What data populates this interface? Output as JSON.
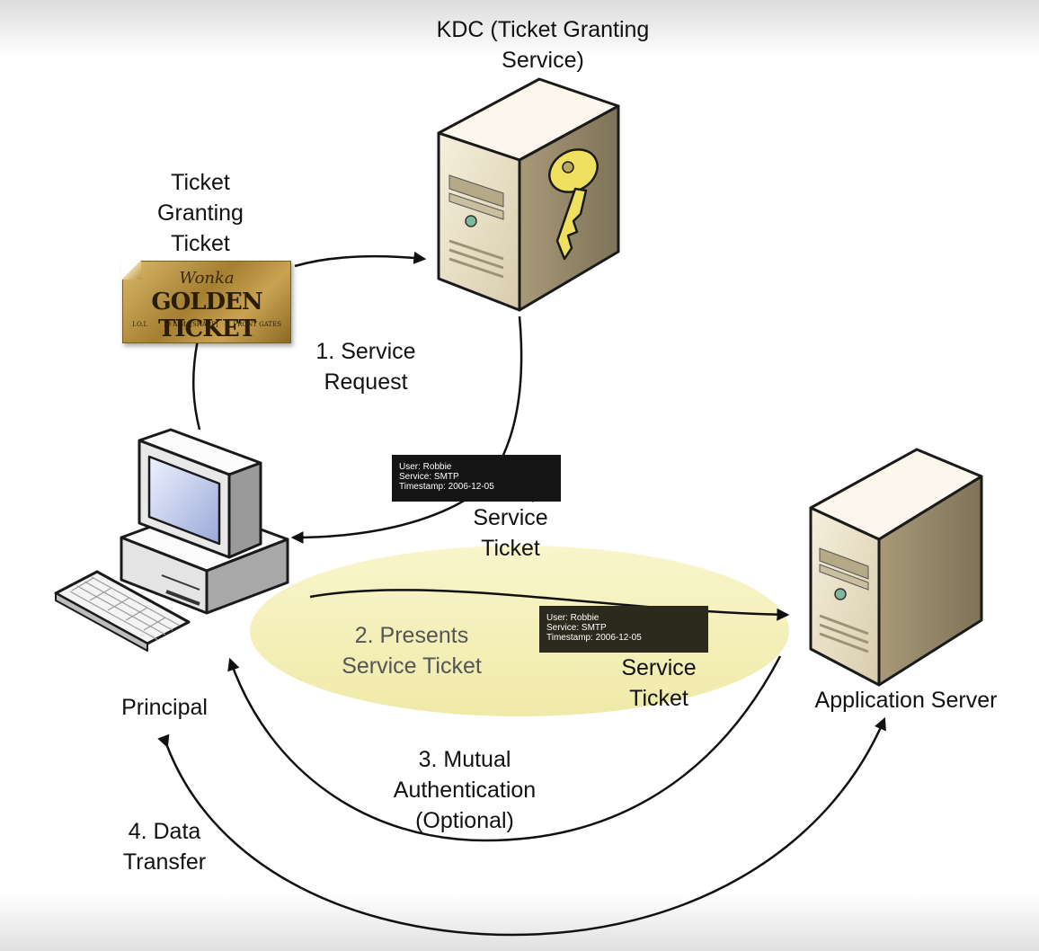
{
  "nodes": {
    "kdc": {
      "line1": "KDC (Ticket Granting",
      "line2": "Service)"
    },
    "tgt": {
      "line1": "Ticket",
      "line2": "Granting",
      "line3": "Ticket"
    },
    "principal": {
      "label": "Principal"
    },
    "app_server": {
      "label": "Application Server"
    }
  },
  "golden_ticket": {
    "brand": "Wonka",
    "title": "GOLDEN TICKET",
    "fine_print": [
      "I.O.I.",
      "10 A.M. [SHARP]",
      "FRONT GATES"
    ]
  },
  "steps": {
    "service_request": {
      "line1": "1. Service",
      "line2": "Request"
    },
    "presents": {
      "line1": "2. Presents",
      "line2": "Service Ticket"
    },
    "mutual": {
      "line1": "3. Mutual",
      "line2": "Authentication",
      "line3": "(Optional)"
    },
    "data_transfer": {
      "line1": "4. Data",
      "line2": "Transfer"
    }
  },
  "service_ticket_label": {
    "line1": "Service",
    "line2": "Ticket"
  },
  "service_ticket_card_1": {
    "user": "User: Robbie",
    "service": "Service: SMTP",
    "timestamp": "Timestamp: 2006-12-05"
  },
  "service_ticket_card_2": {
    "user": "User: Robbie",
    "service": "Service: SMTP",
    "timestamp": "Timestamp: 2006-12-05"
  },
  "colors": {
    "server_body": "#e6dcc4",
    "server_dark": "#5a5040",
    "highlight": "#f5f0b8",
    "key": "#f0e060",
    "arrow": "#111111"
  },
  "icons": [
    "kdc-server-icon",
    "key-icon",
    "workstation-icon",
    "keyboard-icon",
    "app-server-icon",
    "golden-ticket-image"
  ]
}
